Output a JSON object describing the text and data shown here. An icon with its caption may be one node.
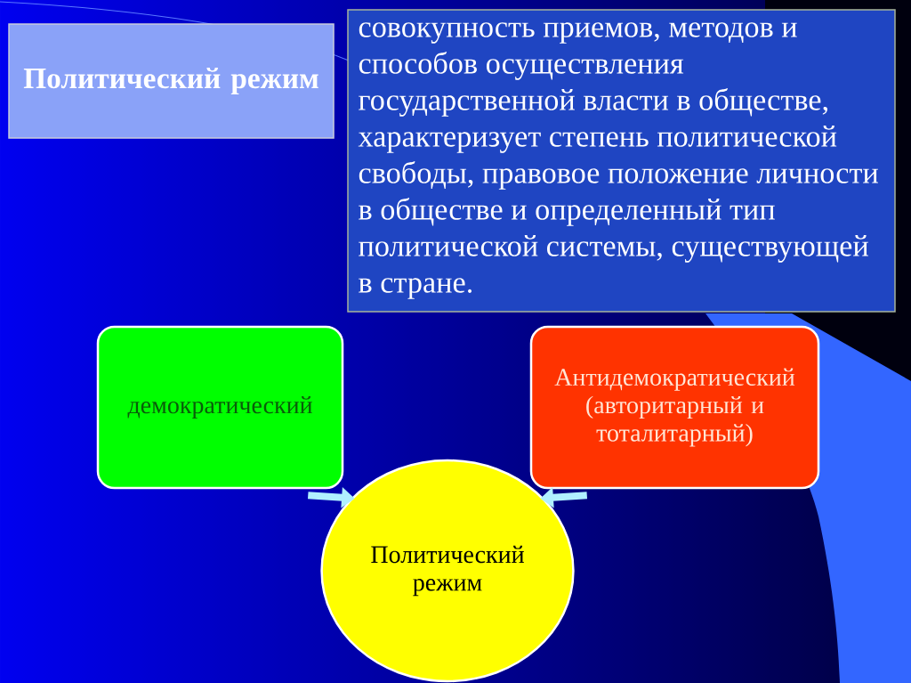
{
  "diagram": {
    "nodes": [
      {
        "text": [
          "Политический режим"
        ]
      },
      {
        "text": [
          "совокупность приемов, методов и способов осуществления государственной власти в обществе, характеризует степень политической свободы, правовое положение личности в обществе и определенный тип политической системы, существующей в стране."
        ]
      },
      {
        "text": [
          "демократический"
        ]
      },
      {
        "text": [
          "Антидемократический (авторитарный и тоталитарный)"
        ]
      },
      {
        "text": [
          "Политический режим"
        ]
      }
    ],
    "edges": [
      {
        "from": 2,
        "to": 4,
        "arrow": "to"
      },
      {
        "from": 3,
        "to": 4,
        "arrow": "to"
      }
    ]
  }
}
